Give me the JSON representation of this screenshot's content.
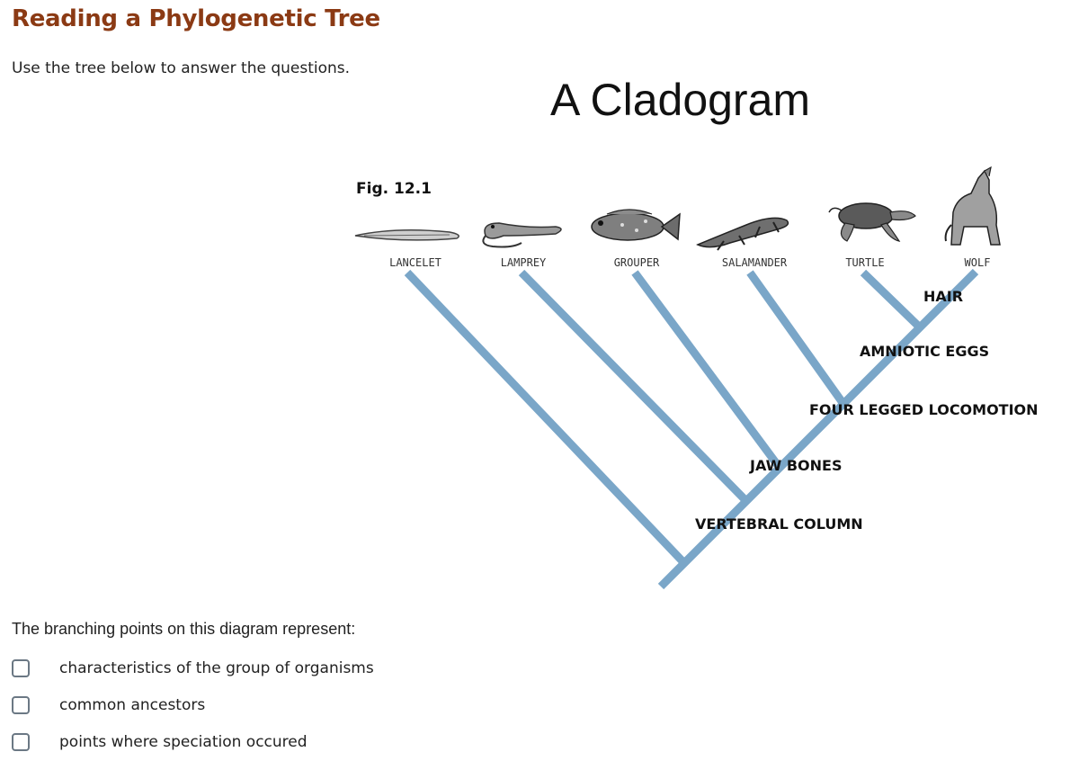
{
  "page": {
    "title": "Reading a Phylogenetic Tree",
    "intro": "Use the tree below to answer the questions.",
    "figure_label": "Fig. 12.1"
  },
  "cladogram": {
    "title": "A Cladogram",
    "line_color": "#7aa6c8",
    "animals": [
      {
        "label": "LANCELET",
        "icon": "lancelet-icon"
      },
      {
        "label": "LAMPREY",
        "icon": "lamprey-icon"
      },
      {
        "label": "GROUPER",
        "icon": "grouper-icon"
      },
      {
        "label": "SALAMANDER",
        "icon": "salamander-icon"
      },
      {
        "label": "TURTLE",
        "icon": "turtle-icon"
      },
      {
        "label": "WOLF",
        "icon": "wolf-icon"
      }
    ],
    "traits": [
      "VERTEBRAL COLUMN",
      "JAW BONES",
      "FOUR LEGGED LOCOMOTION",
      "AMNIOTIC EGGS",
      "HAIR"
    ]
  },
  "question": {
    "prompt": "The branching points on this diagram represent:",
    "options": [
      {
        "label": "characteristics of the group of organisms",
        "checked": false
      },
      {
        "label": "common ancestors",
        "checked": false
      },
      {
        "label": "points where speciation occured",
        "checked": false
      }
    ]
  }
}
